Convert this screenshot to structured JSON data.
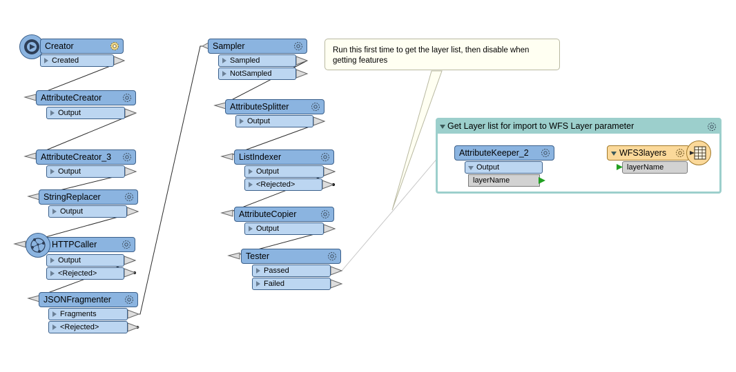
{
  "note": {
    "text": "Run this first time to get the layer list, then disable when getting features"
  },
  "bookmark": {
    "title": "Get Layer list for import to WFS Layer parameter"
  },
  "transformers": {
    "creator": {
      "name": "Creator",
      "ports": [
        "Created"
      ]
    },
    "attribute_creator": {
      "name": "AttributeCreator",
      "ports": [
        "Output"
      ]
    },
    "attribute_creator_3": {
      "name": "AttributeCreator_3",
      "ports": [
        "Output"
      ]
    },
    "string_replacer": {
      "name": "StringReplacer",
      "ports": [
        "Output"
      ]
    },
    "http_caller": {
      "name": "HTTPCaller",
      "ports": [
        "Output",
        "<Rejected>"
      ]
    },
    "json_fragmenter": {
      "name": "JSONFragmenter",
      "ports": [
        "Fragments",
        "<Rejected>"
      ]
    },
    "sampler": {
      "name": "Sampler",
      "ports": [
        "Sampled",
        "NotSampled"
      ]
    },
    "attribute_splitter": {
      "name": "AttributeSplitter",
      "ports": [
        "Output"
      ]
    },
    "list_indexer": {
      "name": "ListIndexer",
      "ports": [
        "Output",
        "<Rejected>"
      ]
    },
    "attribute_copier": {
      "name": "AttributeCopier",
      "ports": [
        "Output"
      ]
    },
    "tester": {
      "name": "Tester",
      "ports": [
        "Passed",
        "Failed"
      ]
    },
    "attribute_keeper_2": {
      "name": "AttributeKeeper_2",
      "ports": [
        "Output"
      ],
      "attributes": [
        "layerName"
      ]
    }
  },
  "writer": {
    "name": "WFS3layers",
    "attributes": [
      "layerName"
    ]
  },
  "icons": [
    "gear-icon",
    "creator-icon",
    "http-network-icon",
    "table-writer-icon",
    "triangle-port-icon"
  ],
  "colors": {
    "transformer": "#8bb4e0",
    "port": "#bcd6f1",
    "writer": "#fbd99a",
    "bookmark": "#9ccfcc",
    "note": "#fffff2",
    "attribute_green": "#22a022"
  }
}
